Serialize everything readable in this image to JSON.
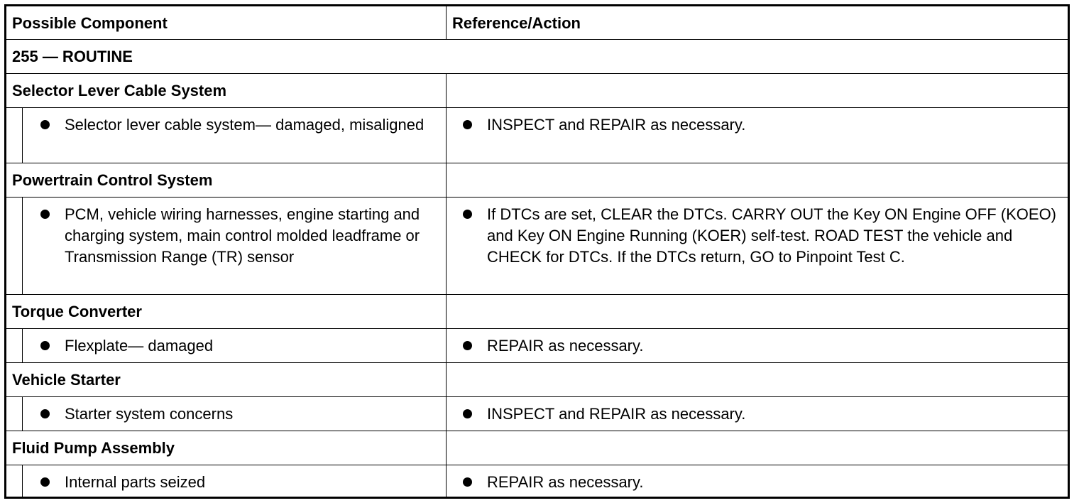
{
  "table": {
    "header": {
      "component": "Possible Component",
      "action": "Reference/Action"
    },
    "section_title": "255 — ROUTINE",
    "groups": [
      {
        "title": "Selector Lever Cable System",
        "component": "Selector lever cable system— damaged, misaligned",
        "action": "INSPECT and REPAIR as necessary."
      },
      {
        "title": "Powertrain Control System",
        "component": "PCM, vehicle wiring harnesses, engine starting and charging system, main control molded leadframe or Transmission Range (TR) sensor",
        "action": "If DTCs are set, CLEAR the DTCs. CARRY OUT the Key ON Engine OFF (KOEO) and Key ON Engine Running (KOER) self-test. ROAD TEST the vehicle and CHECK for DTCs. If the DTCs return, GO to Pinpoint Test C."
      },
      {
        "title": "Torque Converter",
        "component": "Flexplate— damaged",
        "action": "REPAIR as necessary."
      },
      {
        "title": "Vehicle Starter",
        "component": "Starter system concerns",
        "action": "INSPECT and REPAIR as necessary."
      },
      {
        "title": "Fluid Pump Assembly",
        "component": "Internal parts seized",
        "action": "REPAIR as necessary."
      }
    ]
  }
}
